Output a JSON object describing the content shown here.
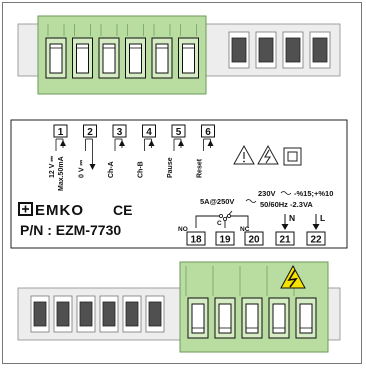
{
  "colors": {
    "terminal_green": "#b9dca0",
    "terminal_green_dark": "#7fb070",
    "gray_body": "#ededed",
    "gray_block": "#505050",
    "hazard_yellow": "#f7e100",
    "text": "#111111"
  },
  "top_terminals": [
    {
      "number": "1",
      "label": "12 V ⎓",
      "sublabel": "Max.50mA",
      "arrow": "up"
    },
    {
      "number": "2",
      "label": "0 V ⎓",
      "sublabel": "",
      "arrow": "down"
    },
    {
      "number": "3",
      "label": "Ch-A",
      "sublabel": "",
      "arrow": "up"
    },
    {
      "number": "4",
      "label": "Ch-B",
      "sublabel": "",
      "arrow": "up"
    },
    {
      "number": "5",
      "label": "Pause",
      "sublabel": "",
      "arrow": "up"
    },
    {
      "number": "6",
      "label": "Reset",
      "sublabel": "",
      "arrow": "up"
    }
  ],
  "bottom_terminals": [
    {
      "number": "18",
      "label": "NO"
    },
    {
      "number": "19",
      "label": "C"
    },
    {
      "number": "20",
      "label": "NC"
    },
    {
      "number": "21",
      "label": "N"
    },
    {
      "number": "22",
      "label": "L"
    }
  ],
  "relay_rating": "5A@250V",
  "supply": {
    "line1": "230V",
    "tolerance": "-%15;+%10",
    "line2": "50/60Hz -2.3VA"
  },
  "brand": "EMKO",
  "ce_mark": "CE",
  "part_number": "P/N : EZM-7730",
  "warning_icons": [
    "warning-triangle-icon",
    "electric-shock-icon",
    "double-insulation-icon"
  ]
}
